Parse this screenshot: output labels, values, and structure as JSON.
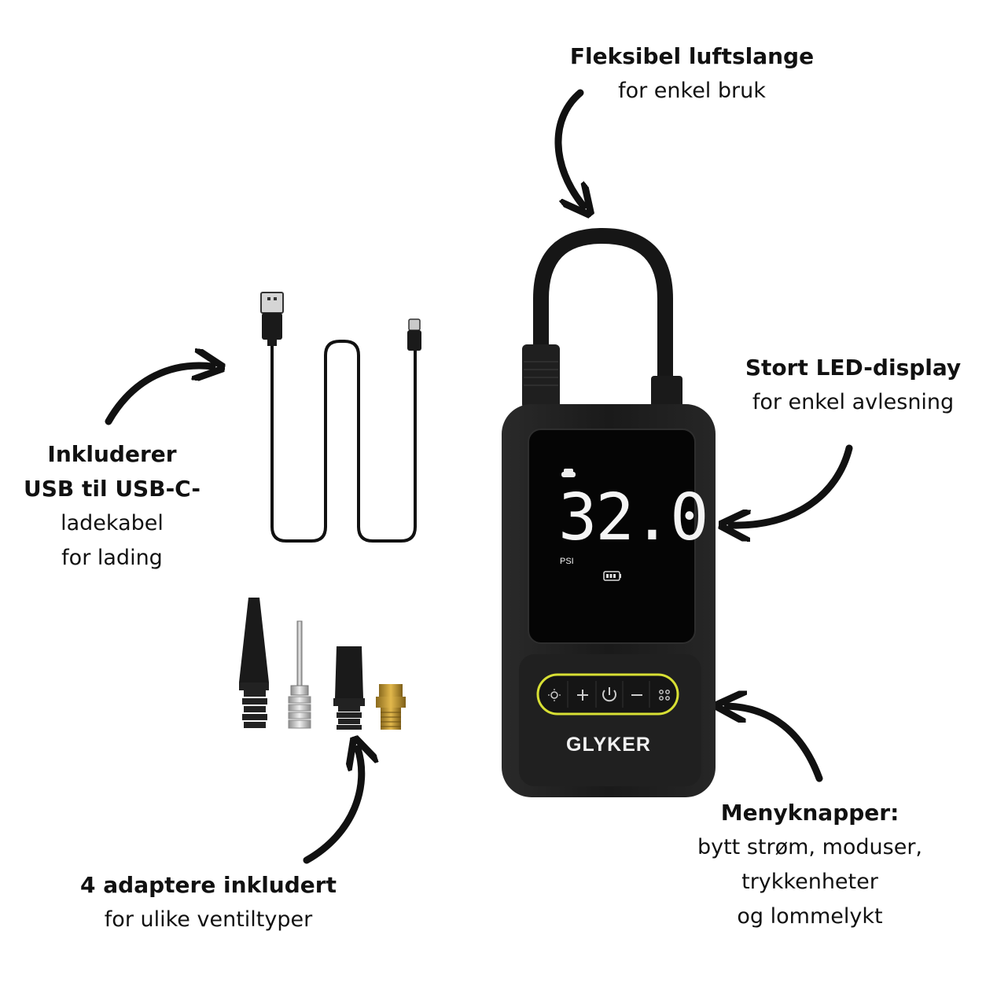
{
  "callouts": {
    "hose": {
      "title": "Fleksibel luftslange",
      "lines": [
        "for enkel bruk"
      ]
    },
    "led": {
      "title": "Stort LED-display",
      "lines": [
        "for enkel avlesning"
      ]
    },
    "usb": {
      "title": "Inkluderer",
      "lines": [
        "USB til USB-C-",
        "ladekabel",
        "for lading"
      ]
    },
    "adapters": {
      "title": "4 adaptere inkludert",
      "lines": [
        "for ulike ventiltyper"
      ]
    },
    "menu": {
      "title": "Menyknapper:",
      "lines": [
        "bytt strøm, moduser,",
        "trykkenheter",
        "og lommelykt"
      ]
    }
  },
  "device": {
    "display_value": "32.0",
    "display_unit": "PSI",
    "brand": "GLYKER",
    "accent_color": "#d8e034",
    "body_color": "#1c1c1c",
    "buttons": [
      "light-icon",
      "plus-icon",
      "power-icon",
      "minus-icon",
      "mode-icon"
    ]
  }
}
